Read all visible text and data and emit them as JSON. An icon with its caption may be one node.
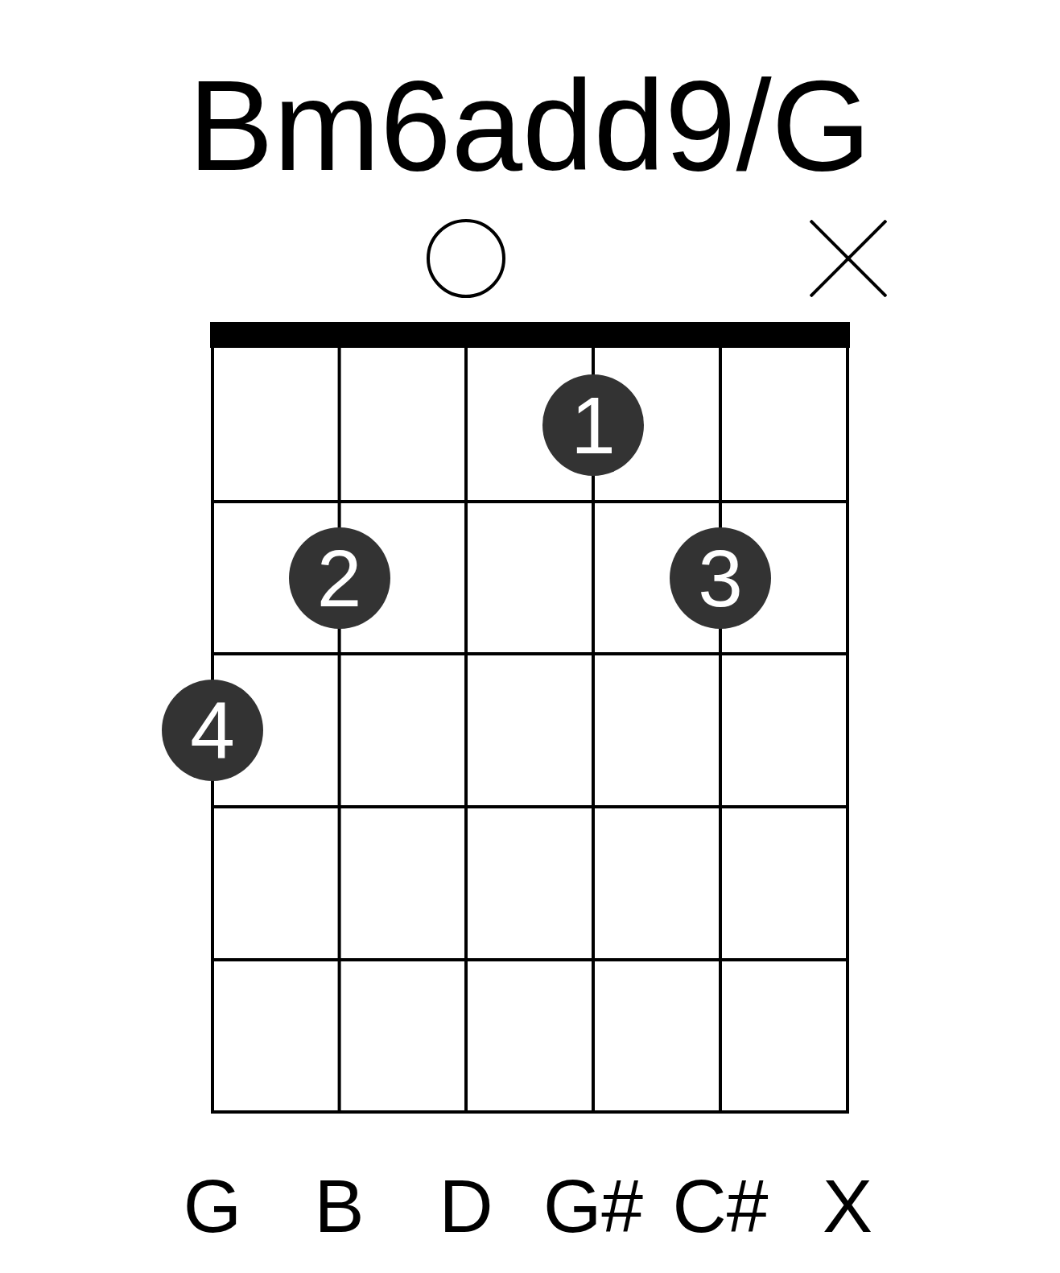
{
  "diagram": {
    "title": "Bm6add9/G",
    "nodes": [
      {
        "text": [],
        "shape": "circle"
      },
      {
        "text": [],
        "shape": "cross"
      },
      {
        "text": [
          "1"
        ]
      },
      {
        "text": [
          "2"
        ]
      },
      {
        "text": [
          "3"
        ]
      },
      {
        "text": [
          "4"
        ]
      }
    ],
    "labels": [
      "G",
      "B",
      "D",
      "G#",
      "C#",
      "X"
    ]
  }
}
